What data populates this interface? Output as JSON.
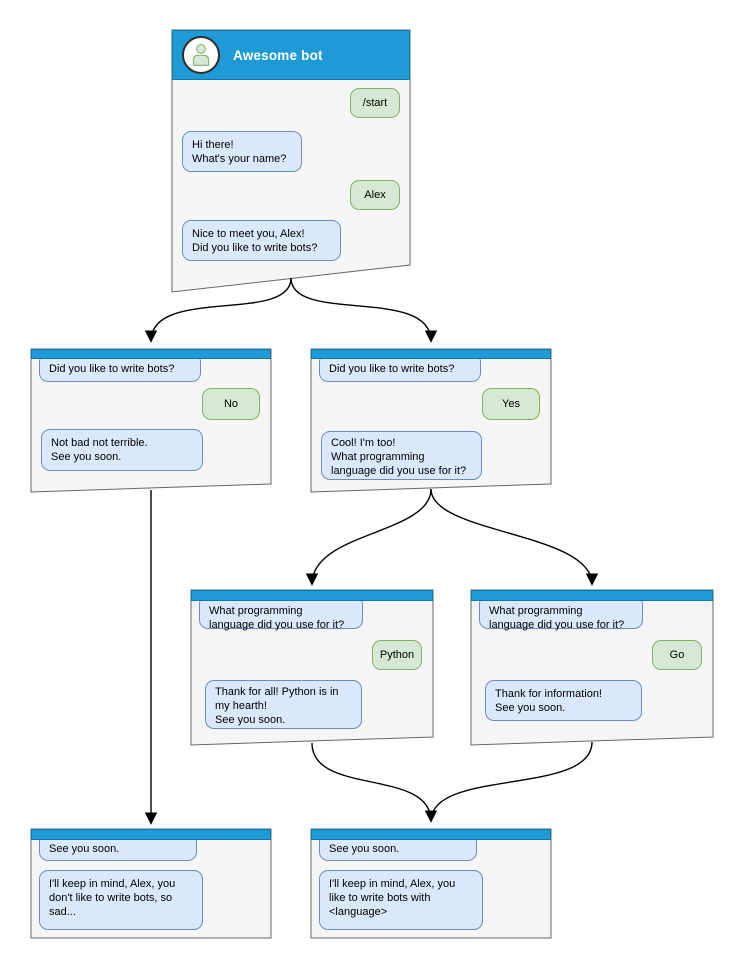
{
  "diagram_type": "chatbot-conversation-flowchart",
  "colors": {
    "header_blue": "#1e9bd7",
    "header_border": "#0c78ab",
    "bot_bubble_fill": "#dae8fc",
    "bot_bubble_border": "#6c8ebf",
    "user_bubble_fill": "#d5e8d4",
    "user_bubble_border": "#82b366",
    "window_fill": "#f5f5f5",
    "window_border": "#666666",
    "arrow_color": "#000000",
    "title_text": "#ffffff",
    "avatar_icon_fill": "#d5e8d4",
    "avatar_icon_border": "#82b366"
  },
  "windows": [
    {
      "id": "awesome-bot",
      "title": "Awesome bot",
      "messages": [
        {
          "from": "user",
          "text": "/start"
        },
        {
          "from": "bot",
          "text": "Hi there!\nWhat's your name?"
        },
        {
          "from": "user",
          "text": "Alex"
        },
        {
          "from": "bot",
          "text": "Nice to meet you, Alex!\nDid you like to write bots?"
        }
      ]
    },
    {
      "id": "branch-no",
      "messages": [
        {
          "from": "bot",
          "text": "Did you like to write bots?"
        },
        {
          "from": "user",
          "text": "No"
        },
        {
          "from": "bot",
          "text": "Not bad not terrible.\nSee you soon."
        }
      ]
    },
    {
      "id": "branch-yes",
      "messages": [
        {
          "from": "bot",
          "text": "Did you like to write bots?"
        },
        {
          "from": "user",
          "text": "Yes"
        },
        {
          "from": "bot",
          "text": "Cool! I'm too!\nWhat programming\nlanguage did you use for it?"
        }
      ]
    },
    {
      "id": "branch-python",
      "messages": [
        {
          "from": "bot",
          "text": "What programming\nlanguage did you use for it?"
        },
        {
          "from": "user",
          "text": "Python"
        },
        {
          "from": "bot",
          "text": "Thank for all! Python is in\nmy hearth!\nSee you soon."
        }
      ]
    },
    {
      "id": "branch-go",
      "messages": [
        {
          "from": "bot",
          "text": "What programming\nlanguage did you use for it?"
        },
        {
          "from": "user",
          "text": "Go"
        },
        {
          "from": "bot",
          "text": "Thank for information!\nSee you soon."
        }
      ]
    },
    {
      "id": "end-no",
      "messages": [
        {
          "from": "bot",
          "text": "See you soon."
        },
        {
          "from": "bot",
          "text": "I'll keep in mind, Alex, you\ndon't like to write bots, so\nsad..."
        }
      ]
    },
    {
      "id": "end-yes",
      "messages": [
        {
          "from": "bot",
          "text": "See you soon."
        },
        {
          "from": "bot",
          "text": "I'll keep in mind, Alex, you\nlike to write bots with\n<language>"
        }
      ]
    }
  ],
  "edges": [
    {
      "from": "awesome-bot",
      "to": "branch-no"
    },
    {
      "from": "awesome-bot",
      "to": "branch-yes"
    },
    {
      "from": "branch-no",
      "to": "end-no"
    },
    {
      "from": "branch-yes",
      "to": "branch-python"
    },
    {
      "from": "branch-yes",
      "to": "branch-go"
    },
    {
      "from": "branch-python",
      "to": "end-yes"
    },
    {
      "from": "branch-go",
      "to": "end-yes"
    }
  ]
}
